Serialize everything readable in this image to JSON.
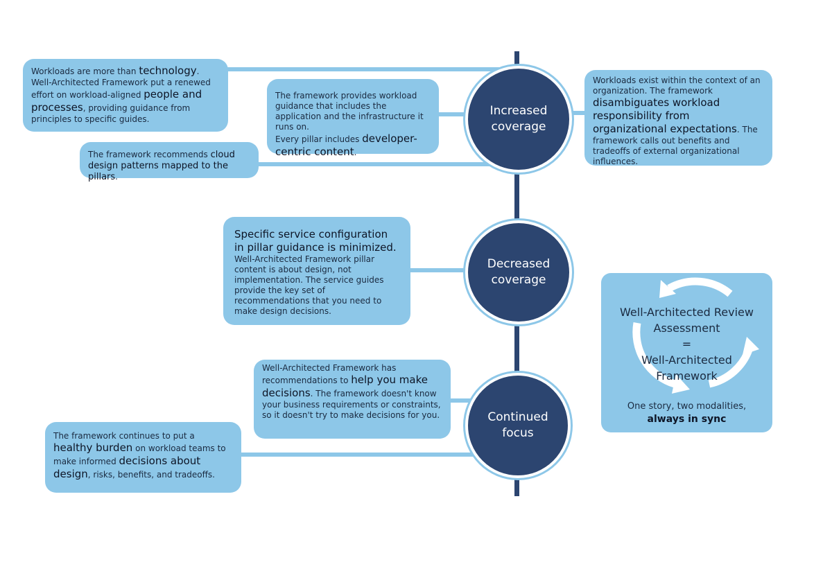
{
  "nodes": {
    "increased": "Increased\ncoverage",
    "decreased": "Decreased\ncoverage",
    "continued": "Continued\nfocus"
  },
  "boxes": {
    "workloads_tech": {
      "t1": "Workloads are more than ",
      "e1": "technology",
      "t2": ". Well-Architected Framework put a renewed effort on workload-aligned ",
      "e2": "people and processes",
      "t3": ", providing guidance from principles to specific guides."
    },
    "app_infra": {
      "t1": "The framework provides workload guidance that includes the application and the infrastructure it runs on.",
      "t2": "Every pillar includes ",
      "e1": "developer-centric content",
      "t3": "."
    },
    "cloud_patterns": {
      "t1": "The framework recommends ",
      "e1": "cloud design patterns mapped to the pillars",
      "t2": "."
    },
    "org_context": {
      "t1": "Workloads exist within the context of an organization. The framework ",
      "e1": "disambiguates workload responsibility from organizational expectations",
      "t2": ". The framework calls out benefits and tradeoffs of external organizational influences."
    },
    "service_config": {
      "e1": "Specific service configuration in pillar guidance is minimized.",
      "t1": " Well-Architected Framework pillar content is about design, not implementation. The service guides provide the key set of recommendations that you need to make design decisions."
    },
    "help_decide": {
      "t1": "Well-Architected Framework has recommendations to ",
      "e1": "help you make decisions",
      "t2": ". The framework doesn't know your business requirements or constraints, so it doesn't try to make decisions for you."
    },
    "healthy_burden": {
      "t1": "The framework continues to put a ",
      "e1": "healthy burden",
      "t2": " on workload teams to make informed ",
      "e2": "decisions about design",
      "t3": ", risks, benefits, and tradeoffs."
    }
  },
  "review": {
    "line1": "Well-Architected Review",
    "line2": "Assessment",
    "line3": "=",
    "line4": "Well-Architected",
    "line5": "Framework",
    "foot1": "One story, two modalities,",
    "foot2": "always in sync"
  },
  "colors": {
    "box": "#8dc7e8",
    "node": "#2c4570",
    "spine": "#2c4570",
    "arrows": "#ffffff"
  }
}
